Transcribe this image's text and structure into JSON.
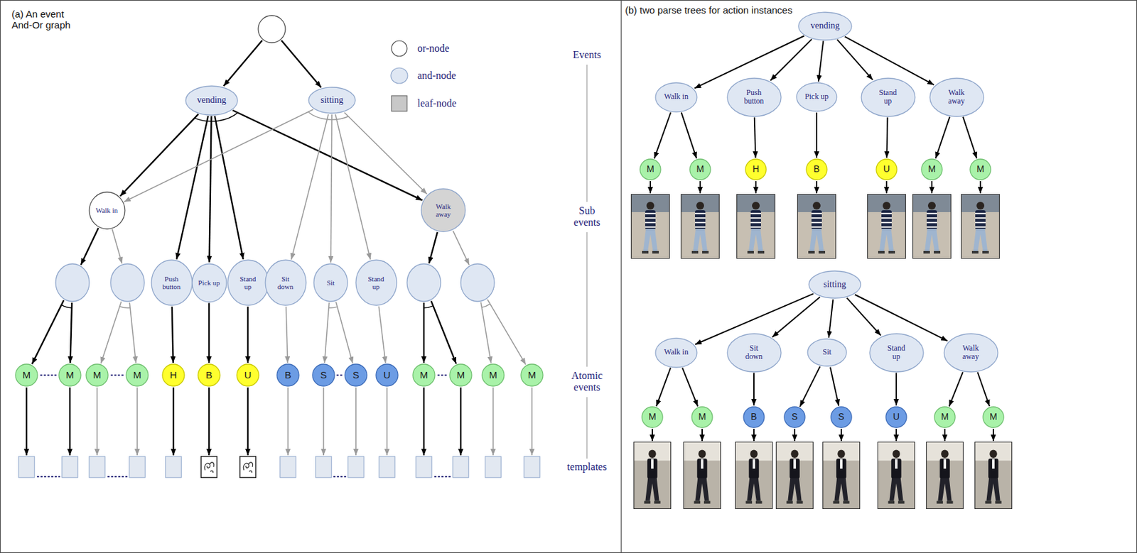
{
  "diagram": {
    "nodes": [
      {
        "text": []
      },
      {
        "text": [
          "vending"
        ]
      },
      {
        "text": [
          "sitting"
        ]
      },
      {
        "text": [
          "Walk in"
        ]
      },
      {
        "text": [
          "Walk away"
        ]
      },
      {
        "text": []
      },
      {
        "text": []
      },
      {
        "text": [
          "Push button"
        ]
      },
      {
        "text": [
          "Pick up"
        ]
      },
      {
        "text": [
          "Stand up"
        ]
      },
      {
        "text": [
          "Sit down"
        ]
      },
      {
        "text": [
          "Sit"
        ]
      },
      {
        "text": [
          "Stand up"
        ]
      },
      {
        "text": []
      },
      {
        "text": []
      },
      {
        "text": [
          "M"
        ]
      },
      {
        "text": [
          "M"
        ]
      },
      {
        "text": [
          "M"
        ]
      },
      {
        "text": [
          "M"
        ]
      },
      {
        "text": [
          "H"
        ]
      },
      {
        "text": [
          "B"
        ]
      },
      {
        "text": [
          "U"
        ]
      },
      {
        "text": [
          "B"
        ]
      },
      {
        "text": [
          "S"
        ]
      },
      {
        "text": [
          "S"
        ]
      },
      {
        "text": [
          "U"
        ]
      },
      {
        "text": [
          "M"
        ]
      },
      {
        "text": [
          "M"
        ]
      },
      {
        "text": [
          "M"
        ]
      },
      {
        "text": [
          "M"
        ]
      },
      {
        "text": []
      },
      {
        "text": []
      },
      {
        "text": []
      },
      {
        "text": []
      },
      {
        "text": []
      },
      {
        "text": []
      },
      {
        "text": []
      },
      {
        "text": []
      },
      {
        "text": []
      },
      {
        "text": []
      },
      {
        "text": []
      },
      {
        "text": []
      },
      {
        "text": []
      },
      {
        "text": []
      },
      {
        "text": []
      },
      {
        "text": [
          "vending"
        ]
      },
      {
        "text": [
          "Walk in"
        ]
      },
      {
        "text": [
          "Push button"
        ]
      },
      {
        "text": [
          "Pick up"
        ]
      },
      {
        "text": [
          "Stand up"
        ]
      },
      {
        "text": [
          "Walk away"
        ]
      },
      {
        "text": [
          "M"
        ]
      },
      {
        "text": [
          "M"
        ]
      },
      {
        "text": [
          "H"
        ]
      },
      {
        "text": [
          "B"
        ]
      },
      {
        "text": [
          "U"
        ]
      },
      {
        "text": [
          "M"
        ]
      },
      {
        "text": [
          "M"
        ]
      },
      {
        "text": []
      },
      {
        "text": []
      },
      {
        "text": []
      },
      {
        "text": []
      },
      {
        "text": []
      },
      {
        "text": []
      },
      {
        "text": []
      },
      {
        "text": [
          "sitting"
        ]
      },
      {
        "text": [
          "Walk in"
        ]
      },
      {
        "text": [
          "Sit down"
        ]
      },
      {
        "text": [
          "Sit"
        ]
      },
      {
        "text": [
          "Stand up"
        ]
      },
      {
        "text": [
          "Walk away"
        ]
      },
      {
        "text": [
          "M"
        ]
      },
      {
        "text": [
          "M"
        ]
      },
      {
        "text": [
          "B"
        ]
      },
      {
        "text": [
          "S"
        ]
      },
      {
        "text": [
          "S"
        ]
      },
      {
        "text": [
          "U"
        ]
      },
      {
        "text": [
          "M"
        ]
      },
      {
        "text": [
          "M"
        ]
      },
      {
        "text": []
      },
      {
        "text": []
      },
      {
        "text": []
      },
      {
        "text": []
      },
      {
        "text": []
      },
      {
        "text": []
      },
      {
        "text": []
      },
      {
        "text": []
      }
    ],
    "edges": [
      {
        "from": 0,
        "to": 1,
        "arrow": "to"
      },
      {
        "from": 0,
        "to": 2,
        "arrow": "to"
      },
      {
        "from": 1,
        "to": 3,
        "arrow": "to"
      },
      {
        "from": 1,
        "to": 7,
        "arrow": "to"
      },
      {
        "from": 1,
        "to": 8,
        "arrow": "to"
      },
      {
        "from": 1,
        "to": 9,
        "arrow": "to"
      },
      {
        "from": 1,
        "to": 4,
        "arrow": "to"
      },
      {
        "from": 2,
        "to": 3,
        "arrow": "to"
      },
      {
        "from": 2,
        "to": 10,
        "arrow": "to"
      },
      {
        "from": 2,
        "to": 11,
        "arrow": "to"
      },
      {
        "from": 2,
        "to": 12,
        "arrow": "to"
      },
      {
        "from": 2,
        "to": 4,
        "arrow": "to"
      },
      {
        "from": 3,
        "to": 5,
        "arrow": "to"
      },
      {
        "from": 3,
        "to": 6,
        "arrow": "to"
      },
      {
        "from": 4,
        "to": 13,
        "arrow": "to"
      },
      {
        "from": 4,
        "to": 14,
        "arrow": "to"
      },
      {
        "from": 5,
        "to": 15,
        "arrow": "to"
      },
      {
        "from": 5,
        "to": 16,
        "arrow": "to"
      },
      {
        "from": 6,
        "to": 17,
        "arrow": "to"
      },
      {
        "from": 6,
        "to": 18,
        "arrow": "to"
      },
      {
        "from": 7,
        "to": 19,
        "arrow": "to"
      },
      {
        "from": 8,
        "to": 20,
        "arrow": "to"
      },
      {
        "from": 9,
        "to": 21,
        "arrow": "to"
      },
      {
        "from": 10,
        "to": 22,
        "arrow": "to"
      },
      {
        "from": 11,
        "to": 23,
        "arrow": "to"
      },
      {
        "from": 11,
        "to": 24,
        "arrow": "to"
      },
      {
        "from": 12,
        "to": 25,
        "arrow": "to"
      },
      {
        "from": 13,
        "to": 26,
        "arrow": "to"
      },
      {
        "from": 13,
        "to": 27,
        "arrow": "to"
      },
      {
        "from": 14,
        "to": 28,
        "arrow": "to"
      },
      {
        "from": 14,
        "to": 29,
        "arrow": "to"
      },
      {
        "from": 15,
        "to": 30,
        "arrow": "to"
      },
      {
        "from": 16,
        "to": 31,
        "arrow": "to"
      },
      {
        "from": 17,
        "to": 32,
        "arrow": "to"
      },
      {
        "from": 18,
        "to": 33,
        "arrow": "to"
      },
      {
        "from": 19,
        "to": 34,
        "arrow": "to"
      },
      {
        "from": 20,
        "to": 35,
        "arrow": "to"
      },
      {
        "from": 21,
        "to": 36,
        "arrow": "to"
      },
      {
        "from": 22,
        "to": 37,
        "arrow": "to"
      },
      {
        "from": 23,
        "to": 38,
        "arrow": "to"
      },
      {
        "from": 24,
        "to": 39,
        "arrow": "to"
      },
      {
        "from": 25,
        "to": 40,
        "arrow": "to"
      },
      {
        "from": 26,
        "to": 41,
        "arrow": "to"
      },
      {
        "from": 27,
        "to": 42,
        "arrow": "to"
      },
      {
        "from": 28,
        "to": 43,
        "arrow": "to"
      },
      {
        "from": 29,
        "to": 44,
        "arrow": "to"
      },
      {
        "from": 45,
        "to": 46,
        "arrow": "to"
      },
      {
        "from": 45,
        "to": 47,
        "arrow": "to"
      },
      {
        "from": 45,
        "to": 48,
        "arrow": "to"
      },
      {
        "from": 45,
        "to": 49,
        "arrow": "to"
      },
      {
        "from": 45,
        "to": 50,
        "arrow": "to"
      },
      {
        "from": 46,
        "to": 51,
        "arrow": "to"
      },
      {
        "from": 46,
        "to": 52,
        "arrow": "to"
      },
      {
        "from": 47,
        "to": 53,
        "arrow": "to"
      },
      {
        "from": 48,
        "to": 54,
        "arrow": "to"
      },
      {
        "from": 49,
        "to": 55,
        "arrow": "to"
      },
      {
        "from": 50,
        "to": 56,
        "arrow": "to"
      },
      {
        "from": 50,
        "to": 57,
        "arrow": "to"
      },
      {
        "from": 51,
        "to": 58,
        "arrow": "to"
      },
      {
        "from": 52,
        "to": 59,
        "arrow": "to"
      },
      {
        "from": 53,
        "to": 60,
        "arrow": "to"
      },
      {
        "from": 54,
        "to": 61,
        "arrow": "to"
      },
      {
        "from": 55,
        "to": 62,
        "arrow": "to"
      },
      {
        "from": 56,
        "to": 63,
        "arrow": "to"
      },
      {
        "from": 57,
        "to": 64,
        "arrow": "to"
      },
      {
        "from": 65,
        "to": 66,
        "arrow": "to"
      },
      {
        "from": 65,
        "to": 67,
        "arrow": "to"
      },
      {
        "from": 65,
        "to": 68,
        "arrow": "to"
      },
      {
        "from": 65,
        "to": 69,
        "arrow": "to"
      },
      {
        "from": 65,
        "to": 70,
        "arrow": "to"
      },
      {
        "from": 66,
        "to": 71,
        "arrow": "to"
      },
      {
        "from": 66,
        "to": 72,
        "arrow": "to"
      },
      {
        "from": 67,
        "to": 73,
        "arrow": "to"
      },
      {
        "from": 68,
        "to": 74,
        "arrow": "to"
      },
      {
        "from": 68,
        "to": 75,
        "arrow": "to"
      },
      {
        "from": 69,
        "to": 76,
        "arrow": "to"
      },
      {
        "from": 70,
        "to": 77,
        "arrow": "to"
      },
      {
        "from": 70,
        "to": 78,
        "arrow": "to"
      },
      {
        "from": 71,
        "to": 79,
        "arrow": "to"
      },
      {
        "from": 72,
        "to": 80,
        "arrow": "to"
      },
      {
        "from": 73,
        "to": 81,
        "arrow": "to"
      },
      {
        "from": 74,
        "to": 82,
        "arrow": "to"
      },
      {
        "from": 75,
        "to": 83,
        "arrow": "to"
      },
      {
        "from": 76,
        "to": 84,
        "arrow": "to"
      },
      {
        "from": 77,
        "to": 85,
        "arrow": "to"
      },
      {
        "from": 78,
        "to": 86,
        "arrow": "to"
      }
    ],
    "labels": [
      "(a) An event And-Or graph",
      "Events",
      "Sub events",
      "Atomic events",
      "templates",
      "(b) two parse trees for action instances"
    ],
    "legend": [
      {
        "text": "or-node",
        "color": "#ffffff"
      },
      {
        "text": "and-node",
        "color": "#dfe7f3"
      },
      {
        "text": "leaf-node",
        "color": "#c8c8c8"
      }
    ]
  }
}
